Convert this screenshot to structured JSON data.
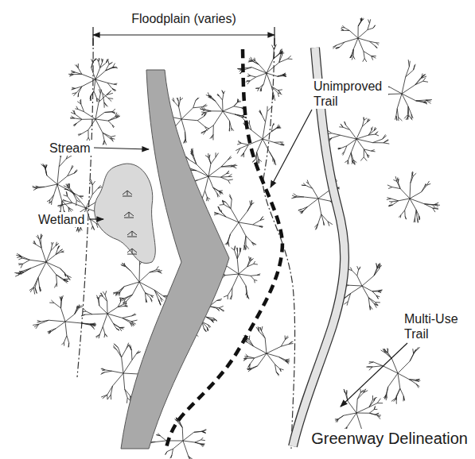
{
  "diagram": {
    "caption": "Greenway Delineation",
    "labels": [
      "Floodplain (varies)",
      "Stream",
      "Wetland",
      "Unimproved Trail",
      "Multi-Use Trail"
    ]
  }
}
